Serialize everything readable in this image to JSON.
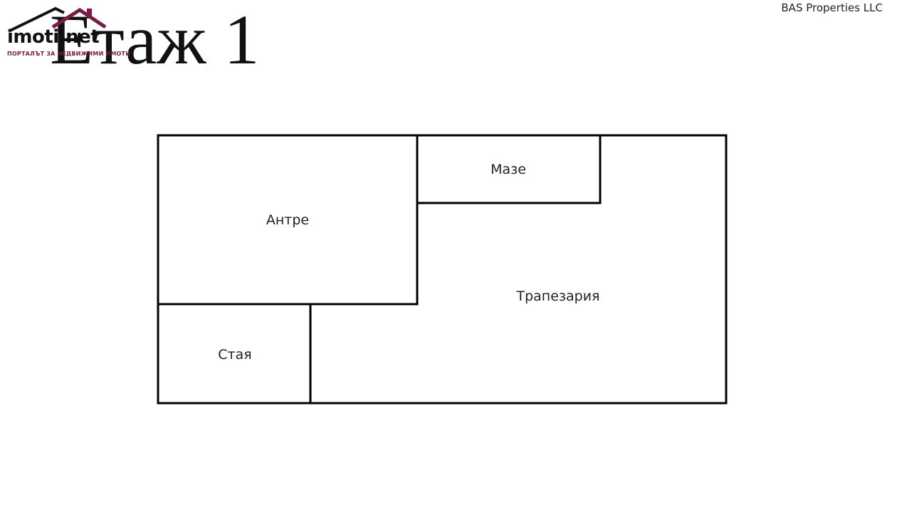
{
  "header": {
    "floor_title": "Етаж 1",
    "agency_name": "BAS Properties LLC"
  },
  "logo": {
    "name": "imoti.net",
    "tagline": "ПОРТАЛЪТ ЗА НЕДВИЖИМИ ИМОТИ",
    "accent_color": "#7a1b45",
    "icon": "house-roof-icon"
  },
  "floor_plan": {
    "rooms": [
      {
        "id": "antre",
        "label": "Антре"
      },
      {
        "id": "maze",
        "label": "Мазе"
      },
      {
        "id": "trapezaria",
        "label": "Трапезария"
      },
      {
        "id": "staya",
        "label": "Стая"
      }
    ],
    "wall_color": "#000000"
  }
}
